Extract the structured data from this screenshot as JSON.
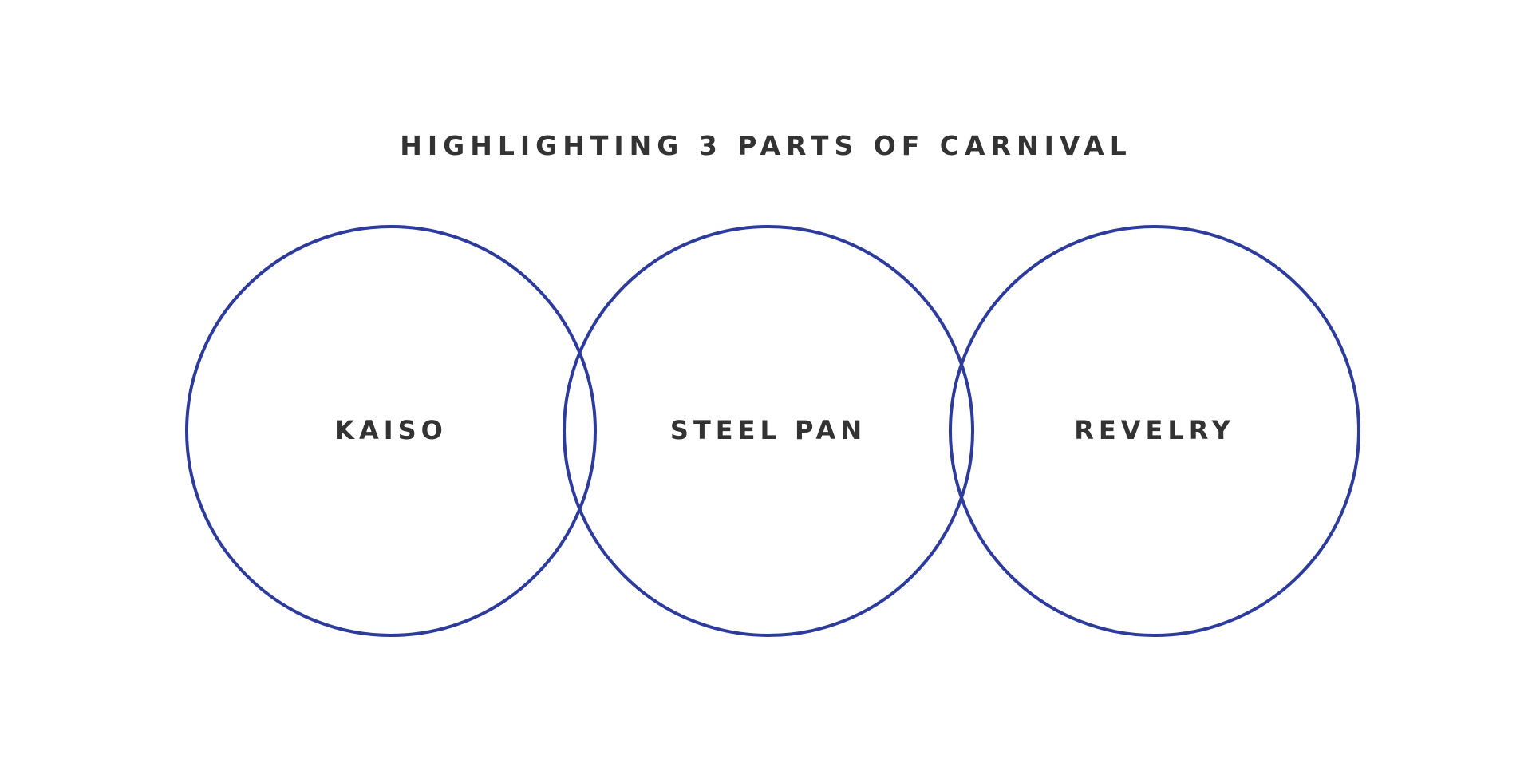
{
  "title": "HIGHLIGHTING 3 PARTS OF CARNIVAL",
  "diagram": {
    "type": "overlapping-circles",
    "stroke_color": "#2c3b9c",
    "text_color": "#333333",
    "nodes": [
      {
        "id": "kaiso",
        "label": "KAISO"
      },
      {
        "id": "steel-pan",
        "label": "STEEL PAN"
      },
      {
        "id": "revelry",
        "label": "REVELRY"
      }
    ]
  }
}
